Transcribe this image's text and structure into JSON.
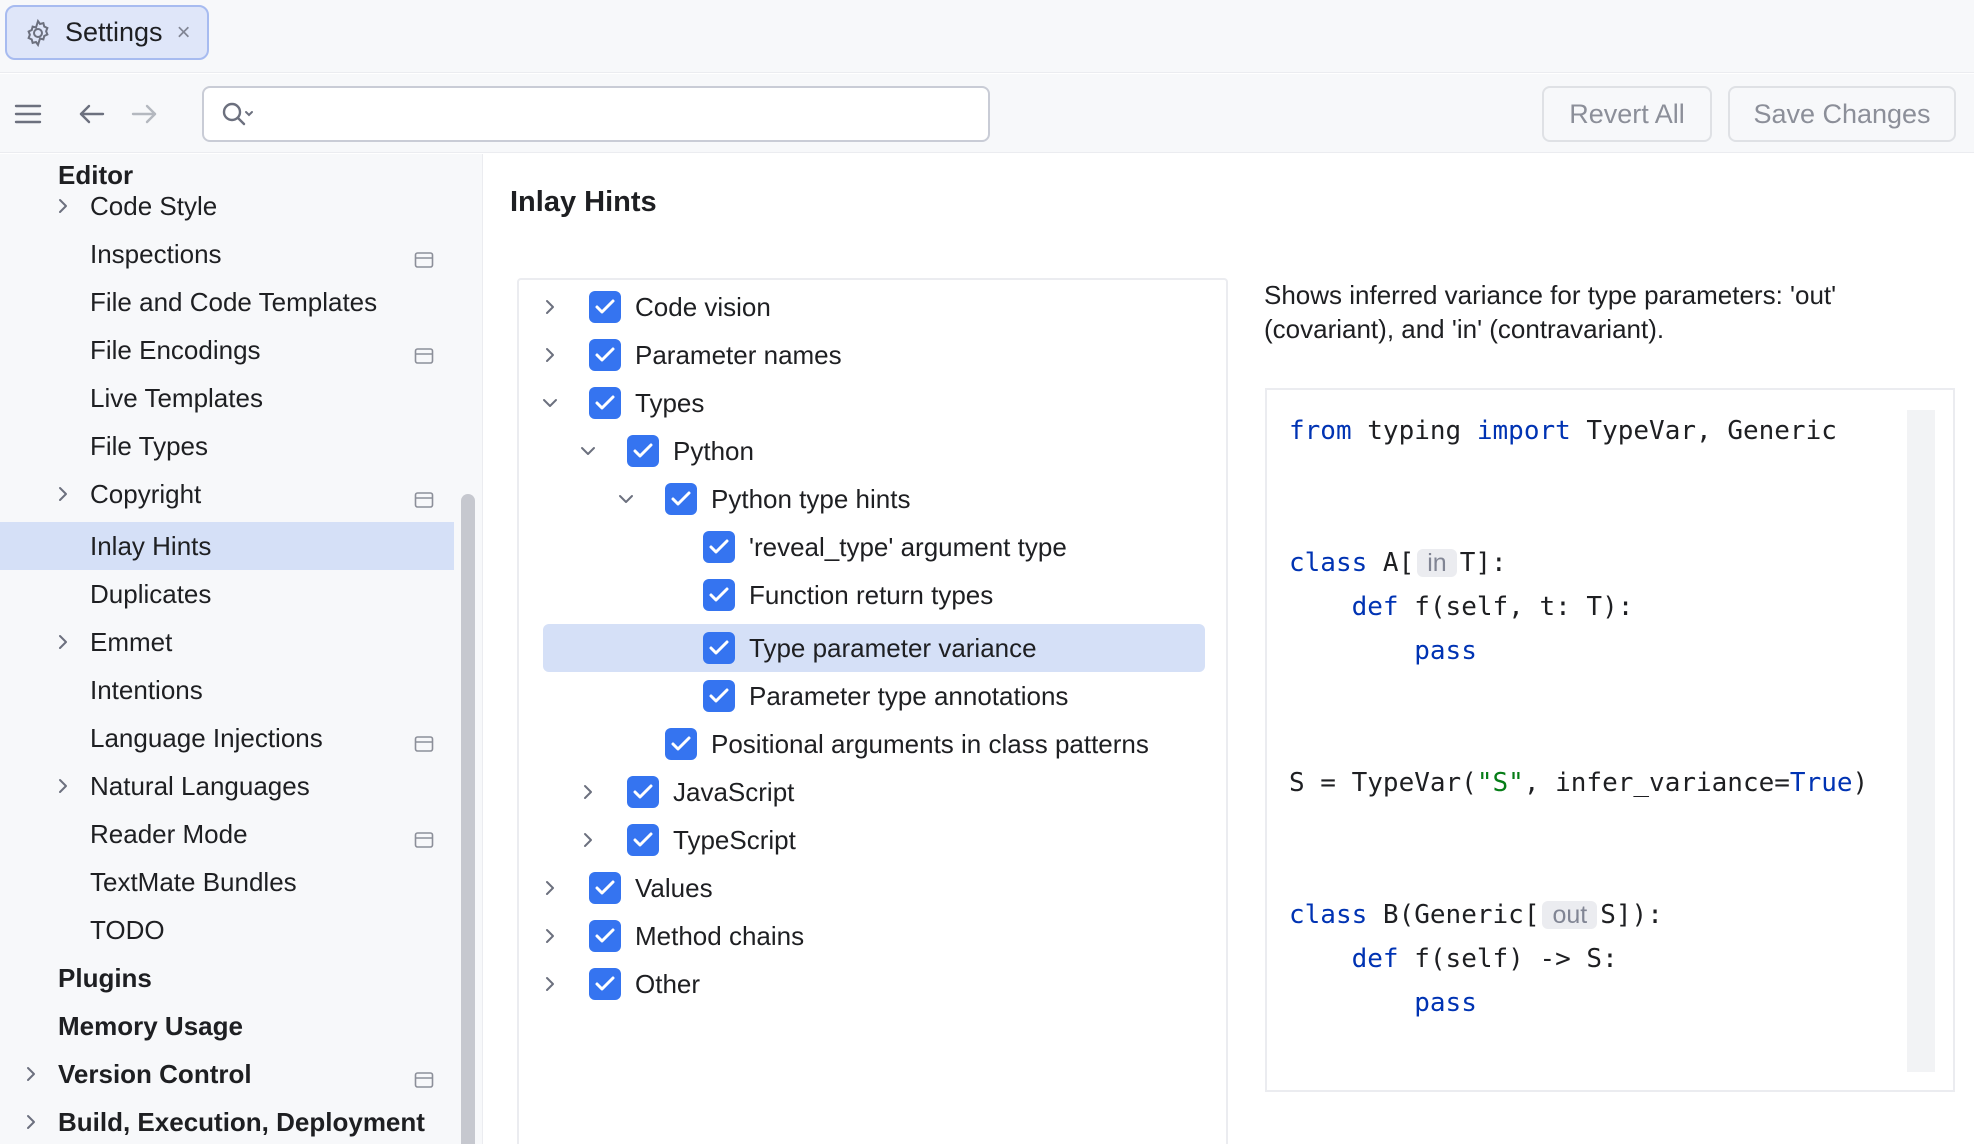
{
  "tab": {
    "label": "Settings",
    "close": "×"
  },
  "toolbar": {
    "search_placeholder": "",
    "revert_label": "Revert All",
    "save_label": "Save Changes"
  },
  "sidebar": {
    "items": [
      {
        "label": "Editor"
      },
      {
        "label": "Code Style"
      },
      {
        "label": "Inspections"
      },
      {
        "label": "File and Code Templates"
      },
      {
        "label": "File Encodings"
      },
      {
        "label": "Live Templates"
      },
      {
        "label": "File Types"
      },
      {
        "label": "Copyright"
      },
      {
        "label": "Inlay Hints"
      },
      {
        "label": "Duplicates"
      },
      {
        "label": "Emmet"
      },
      {
        "label": "Intentions"
      },
      {
        "label": "Language Injections"
      },
      {
        "label": "Natural Languages"
      },
      {
        "label": "Reader Mode"
      },
      {
        "label": "TextMate Bundles"
      },
      {
        "label": "TODO"
      },
      {
        "label": "Plugins"
      },
      {
        "label": "Memory Usage"
      },
      {
        "label": "Version Control"
      },
      {
        "label": "Build, Execution, Deployment"
      }
    ]
  },
  "main": {
    "title": "Inlay Hints",
    "tree": [
      {
        "label": "Code vision",
        "checked": true
      },
      {
        "label": "Parameter names",
        "checked": true
      },
      {
        "label": "Types",
        "checked": true
      },
      {
        "label": "Python",
        "checked": true
      },
      {
        "label": "Python type hints",
        "checked": true
      },
      {
        "label": "'reveal_type' argument type",
        "checked": true
      },
      {
        "label": "Function return types",
        "checked": true
      },
      {
        "label": "Type parameter variance",
        "checked": true
      },
      {
        "label": "Parameter type annotations",
        "checked": true
      },
      {
        "label": "Positional arguments in class patterns",
        "checked": true
      },
      {
        "label": "JavaScript",
        "checked": true
      },
      {
        "label": "TypeScript",
        "checked": true
      },
      {
        "label": "Values",
        "checked": true
      },
      {
        "label": "Method chains",
        "checked": true
      },
      {
        "label": "Other",
        "checked": true
      }
    ],
    "description": "Shows inferred variance for type parameters: 'out' (covariant), and 'in' (contravariant).",
    "code": {
      "l1": {
        "kw1": "from",
        "t1": " typing ",
        "kw2": "import",
        "t2": " TypeVar, Generic"
      },
      "l2": {
        "kw": "class",
        "t1": " A[",
        "hint": "in",
        "t2": "T]:"
      },
      "l3": {
        "indent": "    ",
        "kw": "def",
        "t": " f(self, t: T):"
      },
      "l4": {
        "indent": "        ",
        "kw": "pass"
      },
      "l5": {
        "t1": "S = TypeVar(",
        "str": "\"S\"",
        "t2": ", infer_variance=",
        "kw": "True",
        "t3": ")"
      },
      "l6": {
        "kw": "class",
        "t1": " B(Generic[",
        "hint": "out",
        "t2": "S]):"
      },
      "l7": {
        "indent": "    ",
        "kw": "def",
        "t": " f(self) -> S:"
      },
      "l8": {
        "indent": "        ",
        "kw": "pass"
      }
    }
  },
  "colors": {
    "accent": "#3574f0",
    "selection": "#d5e0f7",
    "keyword": "#0033b3",
    "string": "#067d17"
  }
}
